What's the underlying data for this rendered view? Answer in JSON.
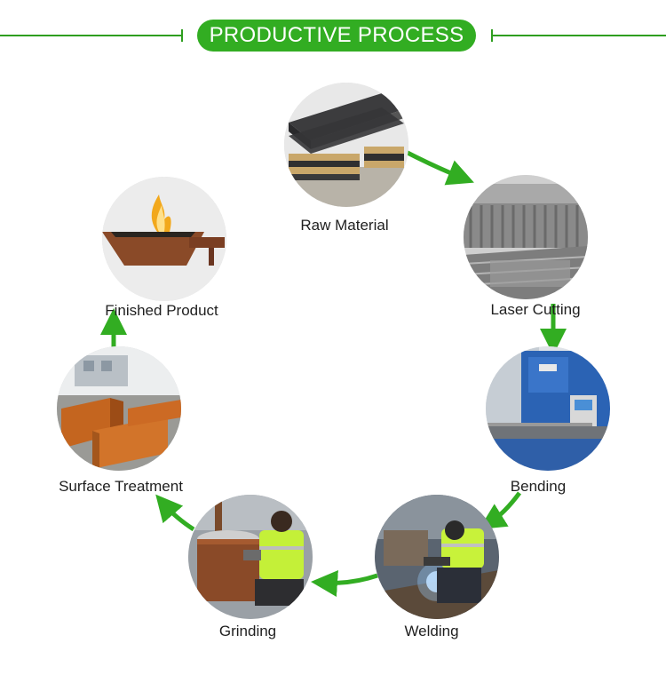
{
  "header": {
    "title": "PRODUCTIVE PROCESS"
  },
  "colors": {
    "accent": "#32ad22",
    "line": "#2e9e1f"
  },
  "steps": [
    {
      "label": "Raw Material"
    },
    {
      "label": "Laser Cutting"
    },
    {
      "label": "Bending"
    },
    {
      "label": "Welding"
    },
    {
      "label": "Grinding"
    },
    {
      "label": "Surface Treatment"
    },
    {
      "label": "Finished Product"
    }
  ]
}
